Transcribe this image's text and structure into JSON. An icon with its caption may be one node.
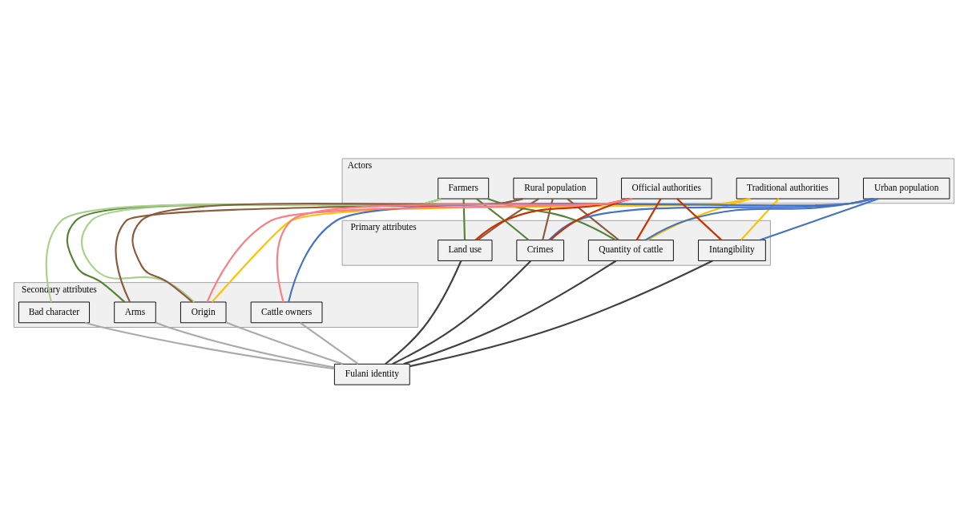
{
  "diagram": {
    "nodes": [
      {
        "text": [
          "Actors"
        ]
      },
      {
        "text": [
          "Primary attributes"
        ]
      },
      {
        "text": [
          "Secondary attributes"
        ]
      },
      {
        "text": [
          "Farmers"
        ],
        "in": 0
      },
      {
        "text": [
          "Rural population"
        ],
        "in": 0
      },
      {
        "text": [
          "Traditional authorities"
        ],
        "in": 0
      },
      {
        "text": [
          "Urban population"
        ],
        "in": 0
      },
      {
        "text": [
          "Official authorities"
        ],
        "in": 0
      },
      {
        "text": [
          "Quantity of cattle"
        ],
        "in": 1
      },
      {
        "text": [
          "Intangibility"
        ],
        "in": 1
      },
      {
        "text": [
          "Land use"
        ],
        "in": 1
      },
      {
        "text": [
          "Crimes"
        ],
        "in": 1
      },
      {
        "text": [
          "Origin"
        ],
        "in": 2
      },
      {
        "text": [
          "Arms"
        ],
        "in": 2
      },
      {
        "text": [
          "Bad character"
        ],
        "in": 2
      },
      {
        "text": [
          "Cattle owners"
        ],
        "in": 2
      },
      {
        "text": [
          "Fulani identity"
        ]
      }
    ],
    "edges": [
      {
        "from": 3,
        "to": 8,
        "arrow": "none",
        "color": "#548235"
      },
      {
        "from": 3,
        "to": 13,
        "arrow": "none",
        "color": "#548235"
      },
      {
        "from": 3,
        "to": 10,
        "arrow": "none",
        "color": "#548235"
      },
      {
        "from": 3,
        "to": 11,
        "arrow": "none",
        "color": "#548235"
      },
      {
        "from": 3,
        "to": 12,
        "arrow": "none",
        "color": "#a9d18e"
      },
      {
        "from": 3,
        "to": 14,
        "arrow": "none",
        "color": "#a9d18e"
      },
      {
        "from": 4,
        "to": 8,
        "arrow": "none",
        "color": "#8b5a3c"
      },
      {
        "from": 4,
        "to": 12,
        "arrow": "none",
        "color": "#8b5a3c"
      },
      {
        "from": 4,
        "to": 13,
        "arrow": "none",
        "color": "#8b5a3c"
      },
      {
        "from": 4,
        "to": 10,
        "arrow": "none",
        "color": "#8b5a3c"
      },
      {
        "from": 4,
        "to": 11,
        "arrow": "none",
        "color": "#8b5a3c"
      },
      {
        "from": 5,
        "to": 8,
        "arrow": "none",
        "color": "#ffc000"
      },
      {
        "from": 5,
        "to": 9,
        "arrow": "none",
        "color": "#ffc000"
      },
      {
        "from": 5,
        "to": 12,
        "arrow": "none",
        "color": "#ffc000"
      },
      {
        "from": 6,
        "to": 8,
        "arrow": "none",
        "color": "#4472c4"
      },
      {
        "from": 6,
        "to": 9,
        "arrow": "none",
        "color": "#4472c4"
      },
      {
        "from": 6,
        "to": 11,
        "arrow": "none",
        "color": "#4472c4"
      },
      {
        "from": 6,
        "to": 15,
        "arrow": "none",
        "color": "#4472c4"
      },
      {
        "from": 7,
        "to": 8,
        "arrow": "none",
        "color": "#c83200"
      },
      {
        "from": 7,
        "to": 9,
        "arrow": "none",
        "color": "#c83200"
      },
      {
        "from": 7,
        "to": 10,
        "arrow": "none",
        "color": "#c83200"
      },
      {
        "from": 7,
        "to": 11,
        "arrow": "none",
        "color": "#c83200"
      },
      {
        "from": 7,
        "to": 15,
        "arrow": "none",
        "color": "#ff7c80"
      },
      {
        "from": 7,
        "to": 12,
        "arrow": "none",
        "color": "#ff7c80"
      },
      {
        "from": 8,
        "to": 16,
        "arrow": "none",
        "color": "#404040"
      },
      {
        "from": 9,
        "to": 16,
        "arrow": "none",
        "color": "#404040"
      },
      {
        "from": 10,
        "to": 16,
        "arrow": "none",
        "color": "#404040"
      },
      {
        "from": 11,
        "to": 16,
        "arrow": "none",
        "color": "#404040"
      },
      {
        "from": 12,
        "to": 16,
        "arrow": "none",
        "color": "#aaaaaa"
      },
      {
        "from": 13,
        "to": 16,
        "arrow": "none",
        "color": "#aaaaaa"
      },
      {
        "from": 14,
        "to": 16,
        "arrow": "none",
        "color": "#aaaaaa"
      },
      {
        "from": 15,
        "to": 16,
        "arrow": "none",
        "color": "#aaaaaa"
      }
    ]
  }
}
